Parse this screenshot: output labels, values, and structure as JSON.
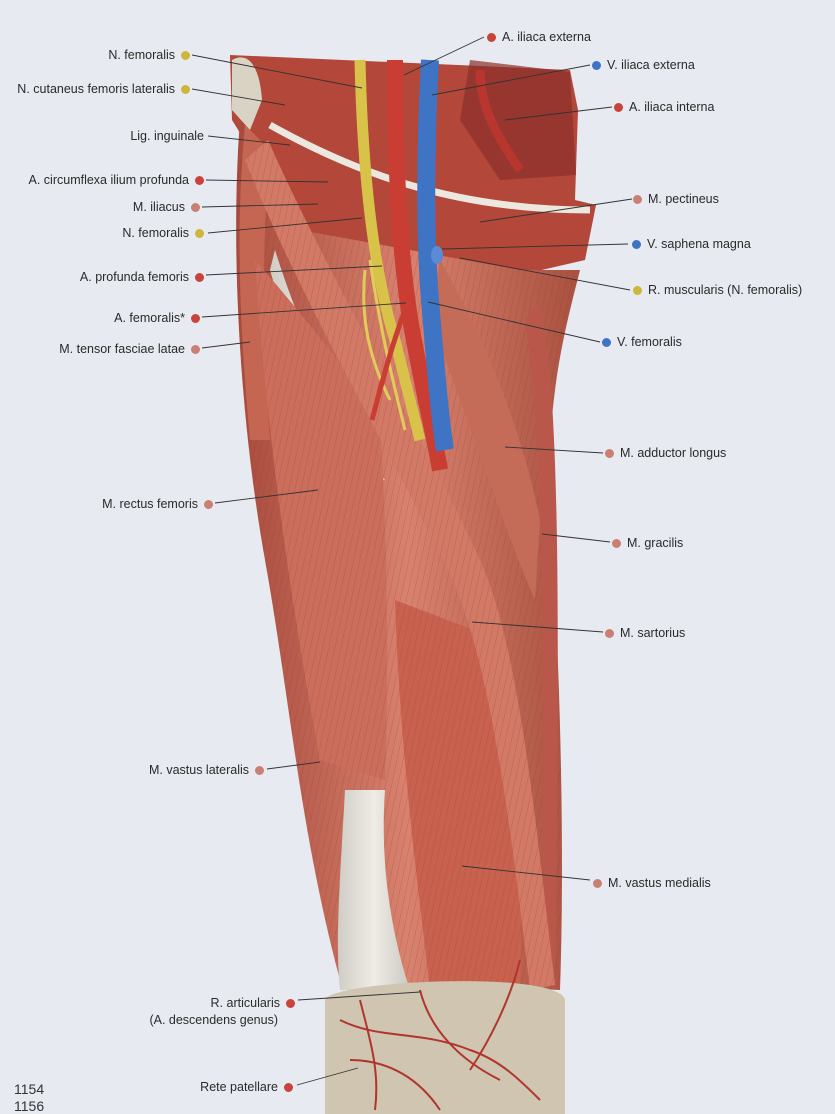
{
  "colors": {
    "artery": "#c8443b",
    "vein": "#3f74c4",
    "nerve": "#cdb63a",
    "muscle": "#c98072",
    "background": "#e7eaf1"
  },
  "labels_left": [
    {
      "text": "N. femoralis",
      "type": "nerve"
    },
    {
      "text": "N. cutaneus femoris lateralis",
      "type": "nerve"
    },
    {
      "text": "Lig. inguinale",
      "type": "none"
    },
    {
      "text": "A. circumflexa ilium profunda",
      "type": "artery"
    },
    {
      "text": "M. iliacus",
      "type": "muscle"
    },
    {
      "text": "N. femoralis",
      "type": "nerve"
    },
    {
      "text": "A. profunda femoris",
      "type": "artery"
    },
    {
      "text": "A. femoralis*",
      "type": "artery"
    },
    {
      "text": "M. tensor fasciae latae",
      "type": "muscle"
    },
    {
      "text": "M. rectus femoris",
      "type": "muscle"
    },
    {
      "text": "M. vastus lateralis",
      "type": "muscle"
    },
    {
      "text": "R. articularis",
      "type": "artery"
    },
    {
      "text": "(A. descendens genus)",
      "type": "none"
    },
    {
      "text": "Rete patellare",
      "type": "artery"
    }
  ],
  "labels_right": [
    {
      "text": "A. iliaca externa",
      "type": "artery"
    },
    {
      "text": "V. iliaca externa",
      "type": "vein"
    },
    {
      "text": "A. iliaca interna",
      "type": "artery"
    },
    {
      "text": "M. pectineus",
      "type": "muscle"
    },
    {
      "text": "V. saphena magna",
      "type": "vein"
    },
    {
      "text": "R. muscularis (N. femoralis)",
      "type": "nerve"
    },
    {
      "text": "V. femoralis",
      "type": "vein"
    },
    {
      "text": "M. adductor longus",
      "type": "muscle"
    },
    {
      "text": "M. gracilis",
      "type": "muscle"
    },
    {
      "text": "M. sartorius",
      "type": "muscle"
    },
    {
      "text": "M. vastus medialis",
      "type": "muscle"
    }
  ],
  "page_numbers": [
    "1154",
    "1156"
  ]
}
